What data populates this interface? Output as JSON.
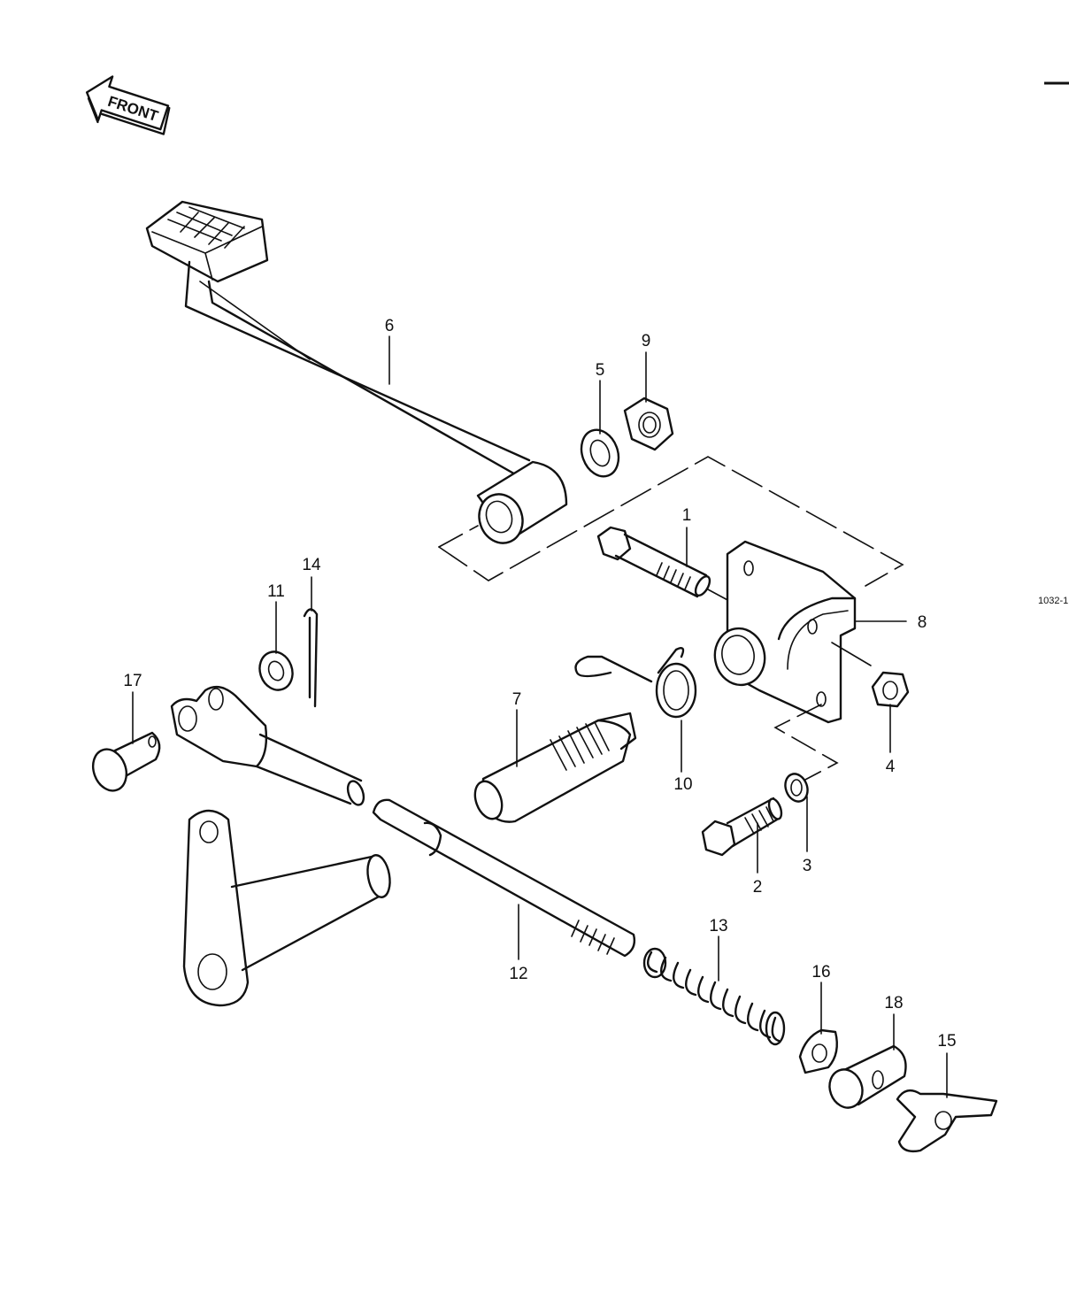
{
  "front_badge": "FRONT",
  "reference_code": "1032-1",
  "callouts": [
    {
      "id": "c1",
      "number": "1"
    },
    {
      "id": "c2",
      "number": "2"
    },
    {
      "id": "c3",
      "number": "3"
    },
    {
      "id": "c4",
      "number": "4"
    },
    {
      "id": "c5",
      "number": "5"
    },
    {
      "id": "c6",
      "number": "6"
    },
    {
      "id": "c7",
      "number": "7"
    },
    {
      "id": "c8",
      "number": "8"
    },
    {
      "id": "c9",
      "number": "9"
    },
    {
      "id": "c10",
      "number": "10"
    },
    {
      "id": "c11",
      "number": "11"
    },
    {
      "id": "c12",
      "number": "12"
    },
    {
      "id": "c13",
      "number": "13"
    },
    {
      "id": "c14",
      "number": "14"
    },
    {
      "id": "c15",
      "number": "15"
    },
    {
      "id": "c16",
      "number": "16"
    },
    {
      "id": "c17",
      "number": "17"
    },
    {
      "id": "c18",
      "number": "18"
    }
  ]
}
